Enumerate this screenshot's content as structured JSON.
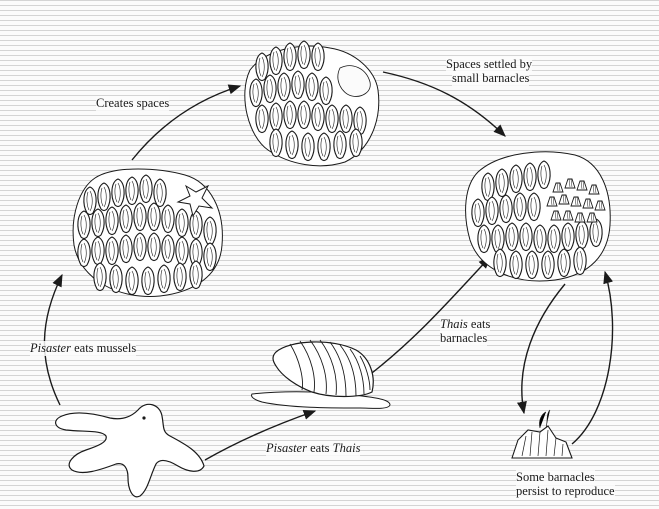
{
  "labels": {
    "creates_spaces": "Creates spaces",
    "spaces_settled_1": "Spaces settled by",
    "spaces_settled_2": "small barnacles",
    "pisaster_italic_1": "Pisaster",
    "eats_mussels": " eats mussels",
    "thais_italic": "Thais",
    "thais_eats": " eats",
    "barnacles": "barnacles",
    "pisaster_italic_2": "Pisaster",
    "eats_word": " eats ",
    "thais_italic_2": "Thais",
    "persist_1": "Some barnacles",
    "persist_2": "persist to reproduce"
  },
  "nodes": [
    {
      "id": "mussel-bed-with-starfish",
      "icon": "mussel-cluster-icon"
    },
    {
      "id": "mussel-bed-with-gap",
      "icon": "mussel-cluster-icon"
    },
    {
      "id": "mussel-bed-with-barnacles",
      "icon": "mussel-barnacle-cluster-icon"
    },
    {
      "id": "pisaster-starfish",
      "icon": "starfish-icon"
    },
    {
      "id": "thais-snail",
      "icon": "snail-icon"
    },
    {
      "id": "barnacle-clump",
      "icon": "barnacle-icon"
    }
  ],
  "colors": {
    "ink": "#1a1a1a",
    "shell_fill": "#ffffff",
    "stripe": "#d6d6d6",
    "background": "#fbfbfb"
  }
}
